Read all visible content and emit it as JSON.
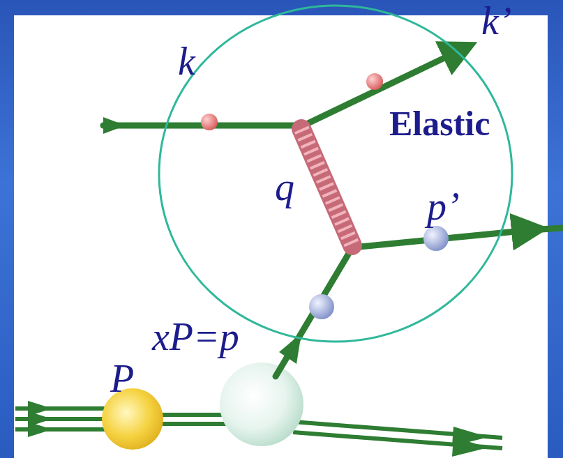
{
  "diagram": {
    "nodes": [
      {
        "text": [
          "Elastic"
        ]
      }
    ],
    "labels": [
      "k",
      "k’",
      "q",
      "p’",
      "xP=p",
      "P"
    ]
  }
}
